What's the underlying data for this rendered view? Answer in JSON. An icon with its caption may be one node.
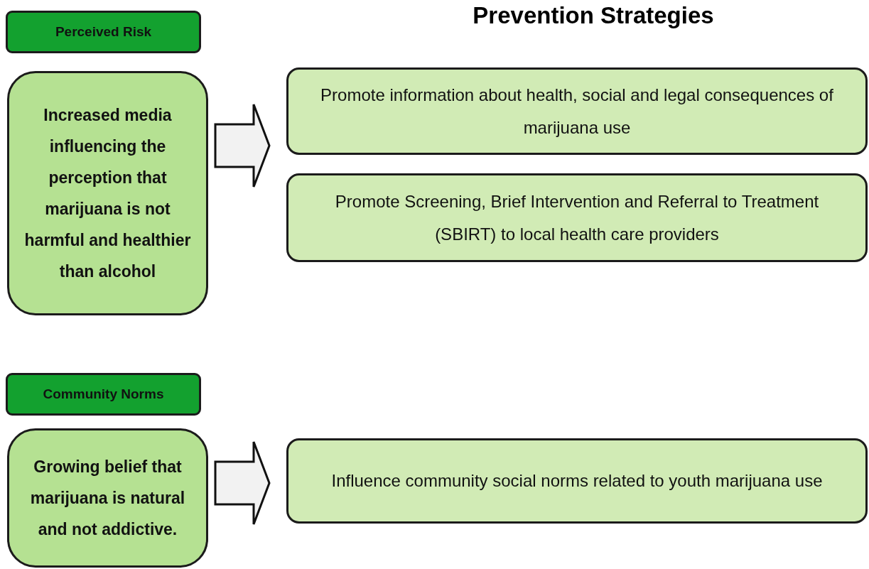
{
  "diagram": {
    "title": "Prevention Strategies",
    "nodes": [
      {
        "text": [
          "Perceived Risk"
        ]
      },
      {
        "text": [
          "Increased media influencing the perception that marijuana is not harmful and healthier than alcohol"
        ]
      },
      {
        "text": [
          "Promote information about health, social and legal consequences of marijuana use"
        ]
      },
      {
        "text": [
          "Promote Screening, Brief Intervention and Referral to Treatment (SBIRT) to local health care providers"
        ]
      },
      {
        "text": [
          "Community Norms"
        ]
      },
      {
        "text": [
          "Growing belief that marijuana is natural and not addictive."
        ]
      },
      {
        "text": [
          "Influence community social norms related to youth marijuana use"
        ]
      }
    ],
    "edges": [
      {
        "from": 1,
        "to": 2,
        "arrow": "to"
      },
      {
        "from": 5,
        "to": 6,
        "arrow": "to"
      }
    ]
  }
}
